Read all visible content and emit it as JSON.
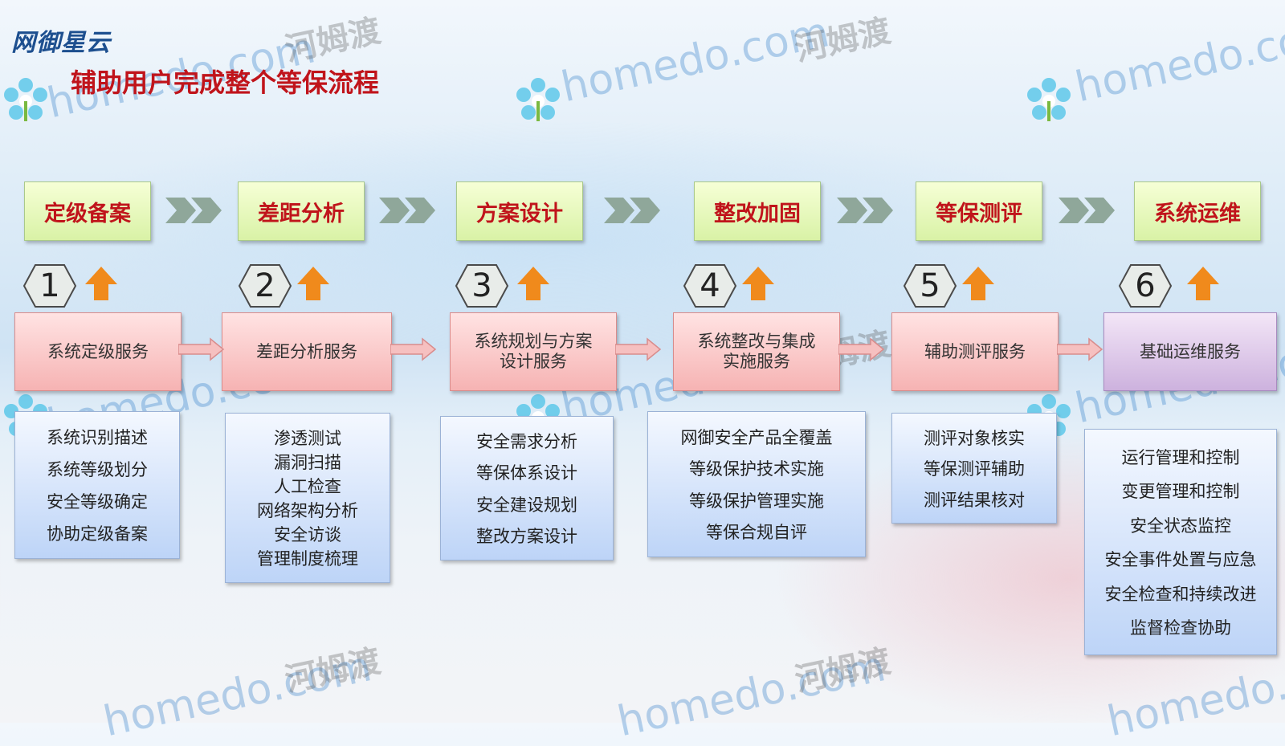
{
  "logo": "网御星云",
  "title": "辅助用户完成整个等保流程",
  "watermark": {
    "brand": "homedo.com",
    "cn": "河姆渡"
  },
  "stages": [
    {
      "label": "定级备案",
      "num": "1",
      "service": "系统定级服务",
      "details": [
        "系统识别描述",
        "系统等级划分",
        "安全等级确定",
        "协助定级备案"
      ]
    },
    {
      "label": "差距分析",
      "num": "2",
      "service": "差距分析服务",
      "details": [
        "渗透测试",
        "漏洞扫描",
        "人工检查",
        "网络架构分析",
        "安全访谈",
        "管理制度梳理"
      ]
    },
    {
      "label": "方案设计",
      "num": "3",
      "service": "系统规划与方案\n设计服务",
      "details": [
        "安全需求分析",
        "等保体系设计",
        "安全建设规划",
        "整改方案设计"
      ]
    },
    {
      "label": "整改加固",
      "num": "4",
      "service": "系统整改与集成\n实施服务",
      "details": [
        "网御安全产品全覆盖",
        "等级保护技术实施",
        "等级保护管理实施",
        "等保合规自评"
      ]
    },
    {
      "label": "等保测评",
      "num": "5",
      "service": "辅助测评服务",
      "details": [
        "测评对象核实",
        "等保测评辅助",
        "测评结果核对"
      ]
    },
    {
      "label": "系统运维",
      "num": "6",
      "service": "基础运维服务",
      "details": [
        "运行管理和控制",
        "变更管理和控制",
        "安全状态监控",
        "安全事件处置与应急",
        "安全检查和持续改进",
        "监督检查协助"
      ]
    }
  ],
  "colors": {
    "title_red": "#c0141b",
    "stage_green": "#d9f2a6",
    "service_pink": "#f6b3b3",
    "detail_blue": "#bdd4f7",
    "arrow_orange": "#f08a1c",
    "chevron_gray": "#8fa79a"
  }
}
